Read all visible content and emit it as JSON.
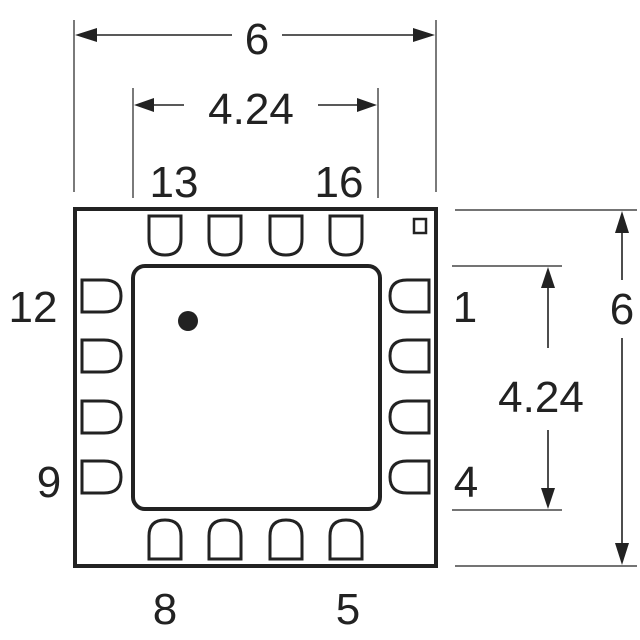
{
  "dimensions": {
    "overall_width": "6",
    "overall_height": "6",
    "exposed_pad_width": "4.24",
    "exposed_pad_height": "4.24"
  },
  "pins": {
    "top_left": "13",
    "top_right": "16",
    "left_top": "12",
    "left_bottom": "9",
    "right_top": "1",
    "right_bottom": "4",
    "bottom_left": "8",
    "bottom_right": "5"
  },
  "pin_count": 16,
  "colors": {
    "line": "#222222",
    "background": "#ffffff"
  }
}
